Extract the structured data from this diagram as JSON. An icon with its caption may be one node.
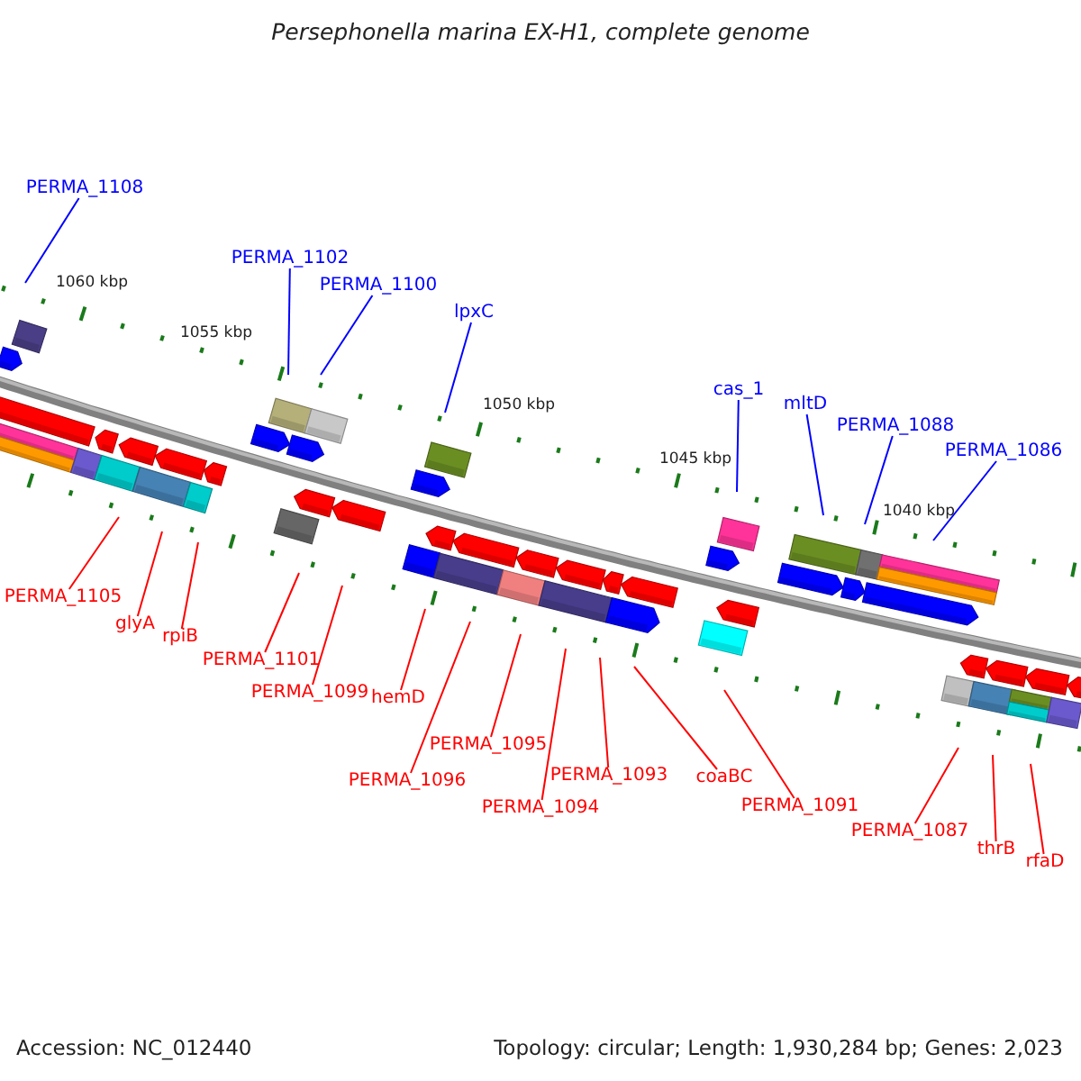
{
  "diagram": {
    "title": "Persephonella marina EX-H1, complete genome",
    "nodes": [
      {
        "text": [
          "PERMA_1108"
        ]
      },
      {
        "text": [
          "PERMA_1102"
        ]
      },
      {
        "text": [
          "PERMA_1100"
        ]
      },
      {
        "text": [
          "lpxC"
        ]
      },
      {
        "text": [
          "cas_1"
        ]
      },
      {
        "text": [
          "mltD"
        ]
      },
      {
        "text": [
          "PERMA_1088"
        ]
      },
      {
        "text": [
          "PERMA_1086"
        ]
      },
      {
        "text": [
          "PERMA_1105"
        ]
      },
      {
        "text": [
          "glyA"
        ]
      },
      {
        "text": [
          "rpiB"
        ]
      },
      {
        "text": [
          "PERMA_1101"
        ]
      },
      {
        "text": [
          "PERMA_1099"
        ]
      },
      {
        "text": [
          "hemD"
        ]
      },
      {
        "text": [
          "PERMA_1096"
        ]
      },
      {
        "text": [
          "PERMA_1095"
        ]
      },
      {
        "text": [
          "PERMA_1094"
        ]
      },
      {
        "text": [
          "PERMA_1093"
        ]
      },
      {
        "text": [
          "coaBC"
        ]
      },
      {
        "text": [
          "PERMA_1091"
        ]
      },
      {
        "text": [
          "PERMA_1087"
        ]
      },
      {
        "text": [
          "thrB"
        ]
      },
      {
        "text": [
          "rfaD"
        ]
      }
    ],
    "edges": [
      {
        "from": 0,
        "to": null,
        "arrow": "none",
        "color": "#0000ff"
      },
      {
        "from": 1,
        "to": null,
        "arrow": "none",
        "color": "#0000ff"
      },
      {
        "from": 2,
        "to": null,
        "arrow": "none",
        "color": "#0000ff"
      },
      {
        "from": 3,
        "to": null,
        "arrow": "none",
        "color": "#0000ff"
      },
      {
        "from": 4,
        "to": null,
        "arrow": "none",
        "color": "#0000ff"
      },
      {
        "from": 5,
        "to": null,
        "arrow": "none",
        "color": "#0000ff"
      },
      {
        "from": 6,
        "to": null,
        "arrow": "none",
        "color": "#0000ff"
      },
      {
        "from": 7,
        "to": null,
        "arrow": "none",
        "color": "#0000ff"
      },
      {
        "from": 8,
        "to": null,
        "arrow": "none"
      },
      {
        "from": 9,
        "to": null,
        "arrow": "none"
      },
      {
        "from": 10,
        "to": null,
        "arrow": "none"
      },
      {
        "from": 11,
        "to": null,
        "arrow": "none"
      },
      {
        "from": 12,
        "to": null,
        "arrow": "none"
      },
      {
        "from": 13,
        "to": null,
        "arrow": "none"
      },
      {
        "from": 14,
        "to": null,
        "arrow": "none"
      },
      {
        "from": 15,
        "to": null,
        "arrow": "none"
      },
      {
        "from": 16,
        "to": null,
        "arrow": "none"
      },
      {
        "from": 17,
        "to": null,
        "arrow": "none"
      },
      {
        "from": 18,
        "to": null,
        "arrow": "none"
      },
      {
        "from": 19,
        "to": null,
        "arrow": "none"
      },
      {
        "from": 20,
        "to": null,
        "arrow": "none"
      },
      {
        "from": 21,
        "to": null,
        "arrow": "none"
      },
      {
        "from": 22,
        "to": null,
        "arrow": "none"
      }
    ],
    "labels": [
      "1060 kbp",
      "1055 kbp",
      "1050 kbp",
      "1045 kbp",
      "1040 kbp",
      "Accession: NC_012440",
      "Topology: circular; Length: 1,930,284 bp; Genes: 2,023"
    ]
  }
}
